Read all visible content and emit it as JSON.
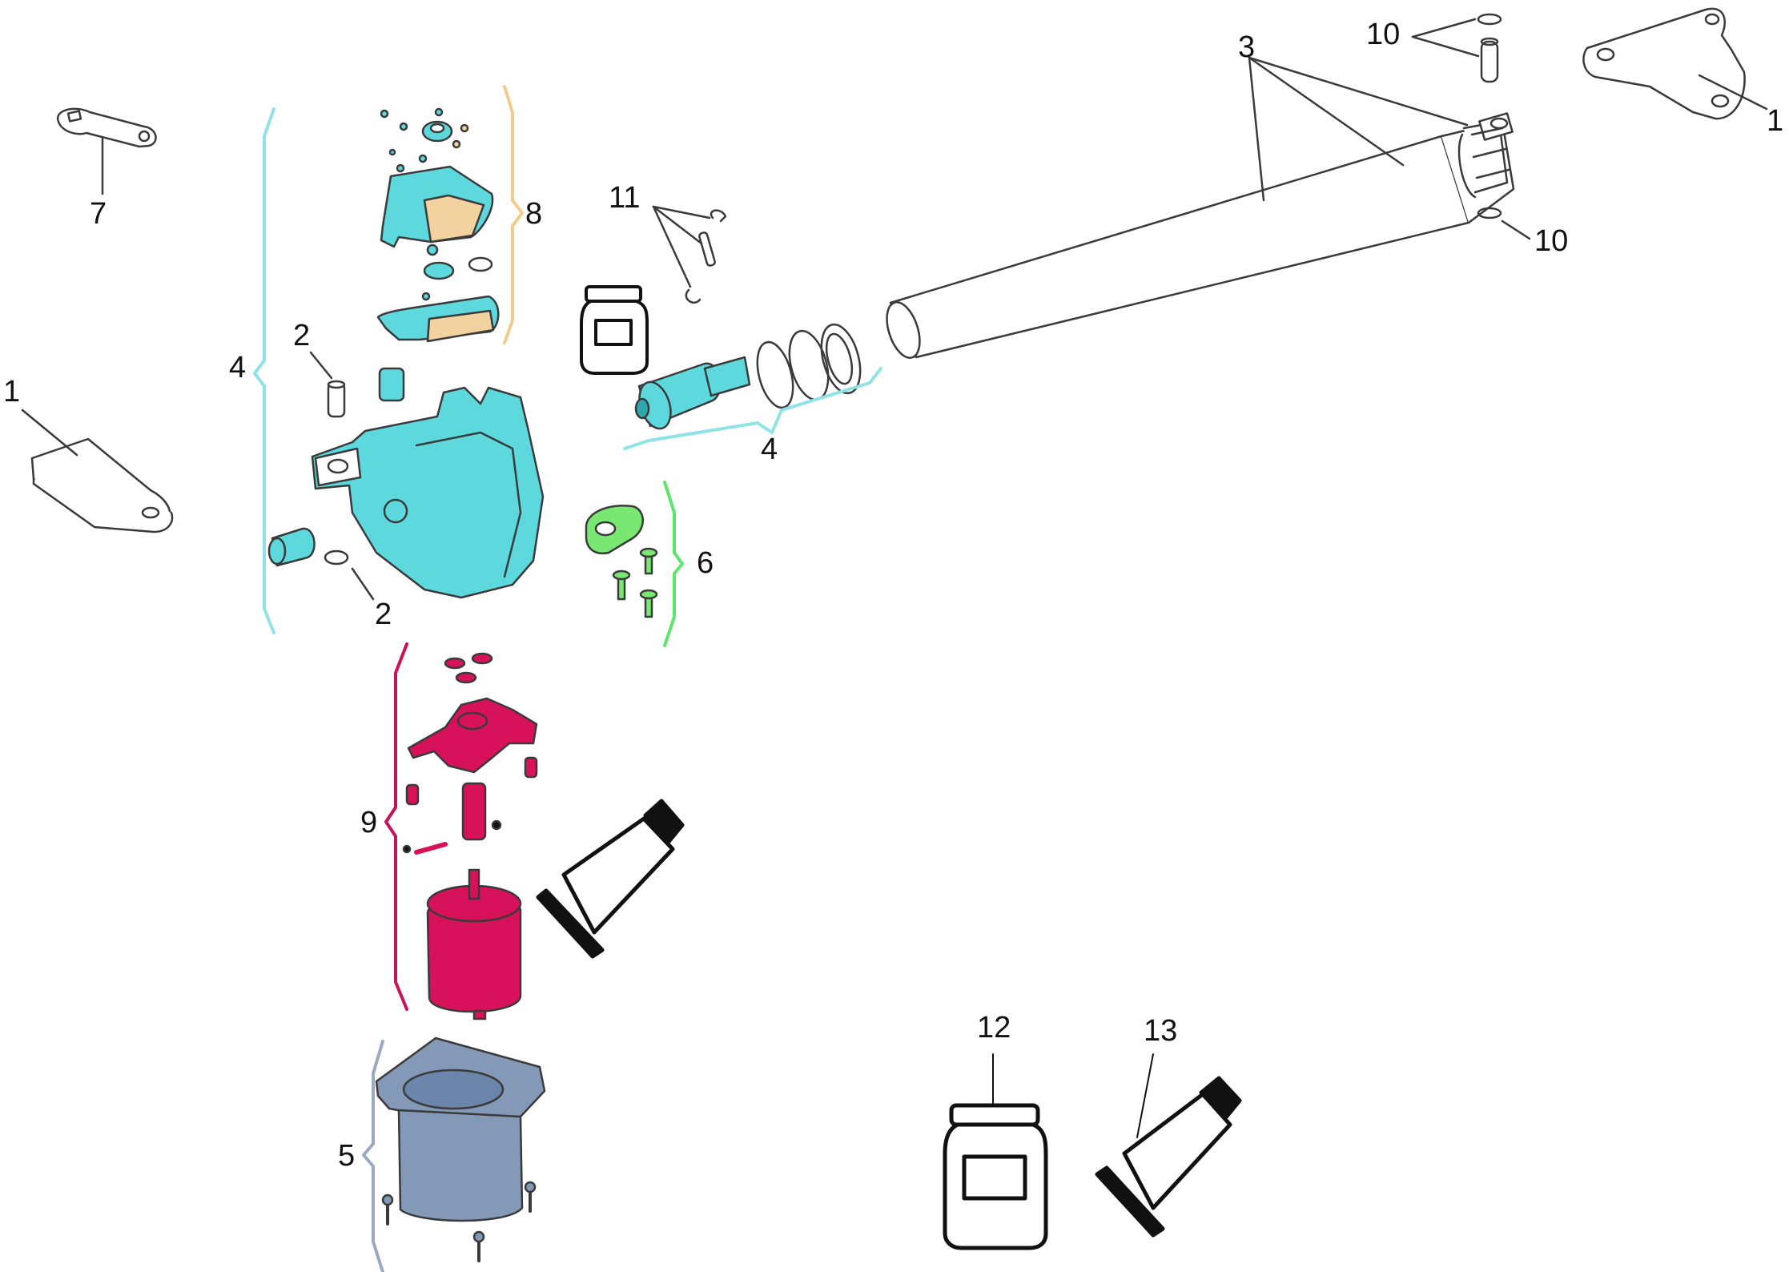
{
  "colors": {
    "outline": "#3a3a3a",
    "housing": "#5dd9dd",
    "housing_dark": "#2ea7ad",
    "switch_panel": "#f2d3a0",
    "bracket_group": "#78e873",
    "motor_group": "#d8125a",
    "base_group": "#8499b8",
    "brace_cyan": "#8fe3e6",
    "brace_orange": "#f2cc8f",
    "brace_green": "#5ce66b",
    "brace_magenta": "#c8125a",
    "brace_blue": "#9aa9c2"
  },
  "callouts": {
    "arm_bracket_left": "1",
    "arm_bracket_right": "1",
    "seal_top": "2",
    "seal_bottom": "2",
    "actuator_tube": "3",
    "housing_group": "4",
    "gear_group": "4",
    "base_cover": "5",
    "bracket_kit": "6",
    "release_key": "7",
    "limit_switch_kit": "8",
    "motor_kit": "9",
    "pin_kit_top": "10",
    "pin_kit_bottom": "10",
    "clip_kit": "11",
    "grease_jar": "12",
    "grease_tube": "13"
  },
  "icons": [
    "grease-jar-icon",
    "grease-tube-icon"
  ]
}
